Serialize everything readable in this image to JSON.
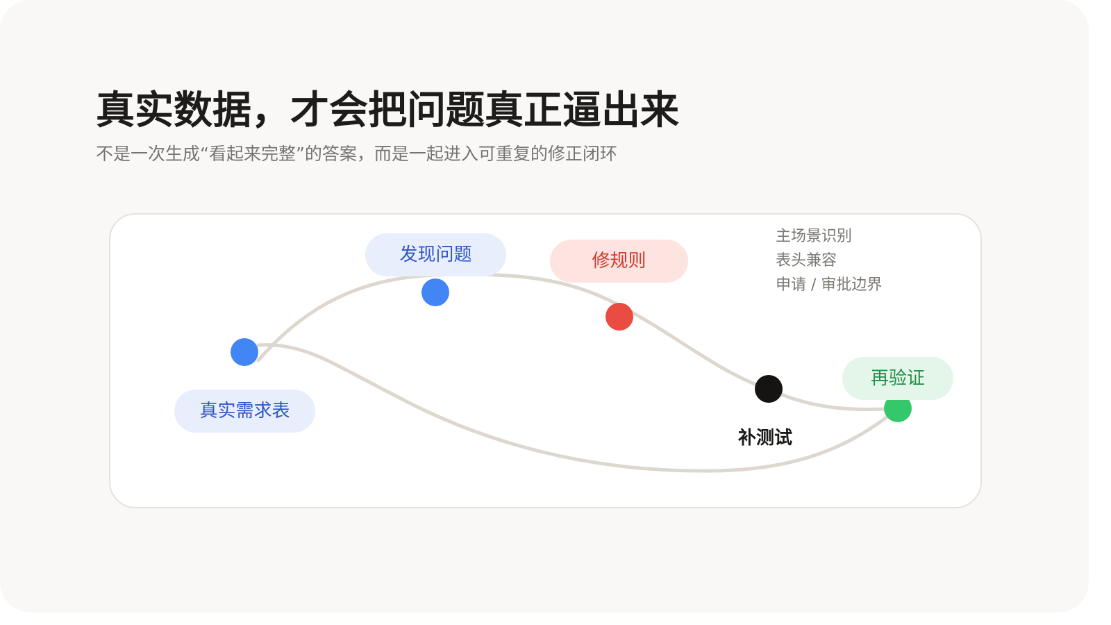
{
  "title": "真实数据，才会把问题真正逼出来",
  "subtitle": "不是一次生成“看起来完整”的答案，而是一起进入可重复的修正闭环",
  "nodes": {
    "source": {
      "label": "真实需求表",
      "color": "#4285f4"
    },
    "find": {
      "label": "发现问题",
      "color": "#4285f4"
    },
    "fix": {
      "label": "修规则",
      "color": "#ea4c41"
    },
    "test": {
      "label": "补测试",
      "color": "#161412"
    },
    "verify": {
      "label": "再验证",
      "color": "#35c86b"
    }
  },
  "notes": [
    "主场景识别",
    "表头兼容",
    "申请 / 审批边界"
  ],
  "colors": {
    "curve": "#ddd7cf",
    "background": "#f9f8f6",
    "panel_border": "#e5e1dc"
  }
}
